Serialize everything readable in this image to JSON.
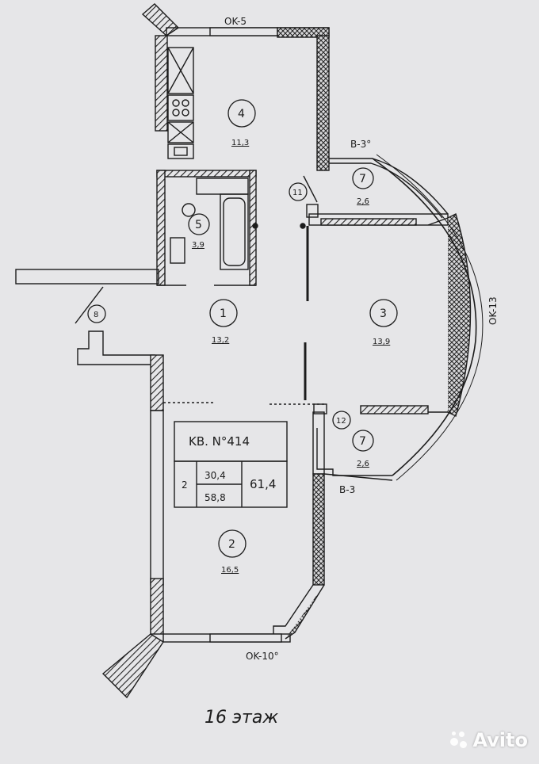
{
  "labels": {
    "ok5": "OK-5",
    "ok10": "OK-10°",
    "ok13": "OK-13",
    "b3_top": "B-3°",
    "b3_bottom": "B-3"
  },
  "rooms": [
    {
      "id": "4",
      "area": "11,3"
    },
    {
      "id": "5",
      "area": "3,9"
    },
    {
      "id": "1",
      "area": "13,2"
    },
    {
      "id": "3",
      "area": "13,9"
    },
    {
      "id": "2",
      "area": "16,5"
    },
    {
      "id": "7",
      "area": "2,6"
    },
    {
      "id": "7",
      "area": "2,6"
    }
  ],
  "markers": [
    "11",
    "8",
    "12"
  ],
  "apartment": {
    "title": "KB. N°414",
    "rooms_count": "2",
    "living_area": "30,4",
    "total_area_no_balcony": "58,8",
    "total_area": "61,4"
  },
  "floor_label": "16 этаж",
  "watermark": "Avito",
  "colors": {
    "ink": "#1c1c1c",
    "paper": "#e6e6e8"
  }
}
